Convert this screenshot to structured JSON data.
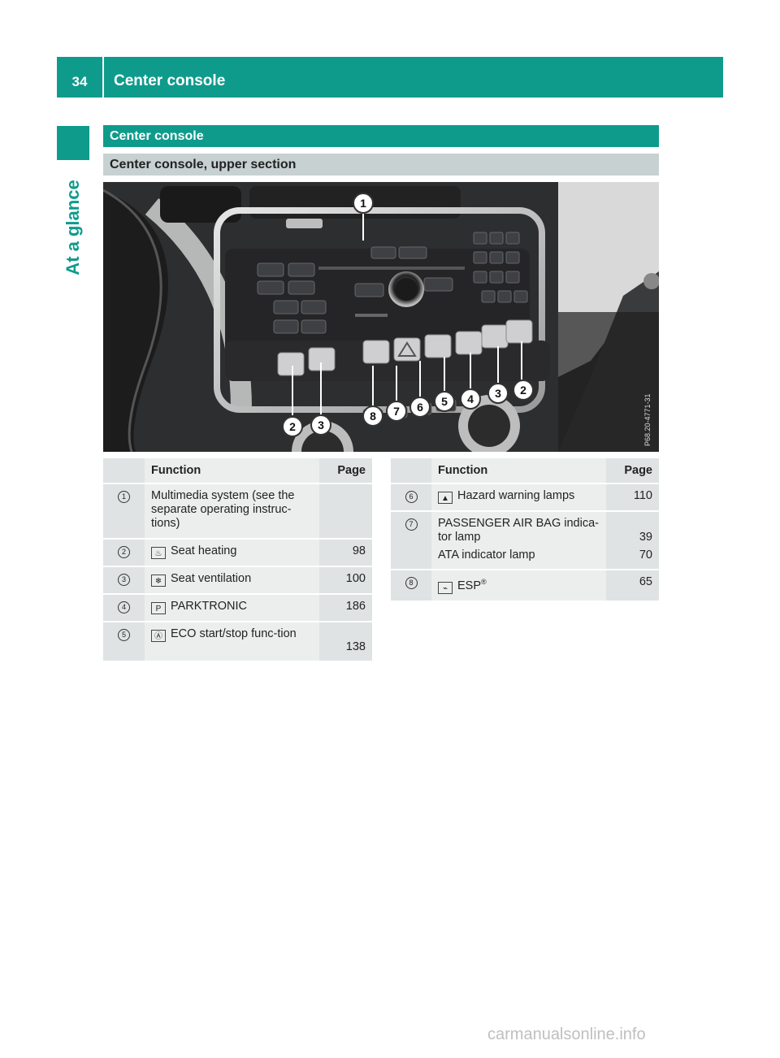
{
  "header": {
    "page_number": "34",
    "title": "Center console"
  },
  "sidebar": {
    "chapter": "At a glance"
  },
  "section": {
    "title": "Center console",
    "subtitle": "Center console, upper section"
  },
  "figure": {
    "callouts": [
      "1",
      "2",
      "3",
      "8",
      "7",
      "6",
      "5",
      "4",
      "3",
      "2"
    ],
    "ref_code": "P68.20-4771-31"
  },
  "table_left": {
    "headers": {
      "function": "Function",
      "page": "Page"
    },
    "rows": [
      {
        "num": "1",
        "symbol": "",
        "text": "Multimedia system (see the separate operating instruc-tions)",
        "page": ""
      },
      {
        "num": "2",
        "symbol": "seat-heating-icon",
        "text": "Seat heating",
        "page": "98"
      },
      {
        "num": "3",
        "symbol": "seat-ventilation-icon",
        "text": "Seat ventilation",
        "page": "100"
      },
      {
        "num": "4",
        "symbol": "parktronic-off-icon",
        "text": "PARKTRONIC",
        "page": "186"
      },
      {
        "num": "5",
        "symbol": "eco-start-stop-icon",
        "text": "ECO start/stop func-tion",
        "page": "138"
      }
    ]
  },
  "table_right": {
    "headers": {
      "function": "Function",
      "page": "Page"
    },
    "rows": [
      {
        "num": "6",
        "symbol": "hazard-warning-icon",
        "text": "Hazard warning lamps",
        "page": "110"
      },
      {
        "num": "7",
        "symbol": "",
        "text": "PASSENGER AIR BAG indica-tor lamp",
        "page": "39",
        "text2": "ATA indicator lamp",
        "page2": "70"
      },
      {
        "num": "8",
        "symbol": "esp-off-icon",
        "text": "ESP",
        "sup": "®",
        "page": "65"
      }
    ]
  },
  "watermark": "carmanualsonline.info",
  "colors": {
    "accent": "#0f9b8c",
    "subheader": "#c8d1d1",
    "table_bg": "#eceeee"
  }
}
